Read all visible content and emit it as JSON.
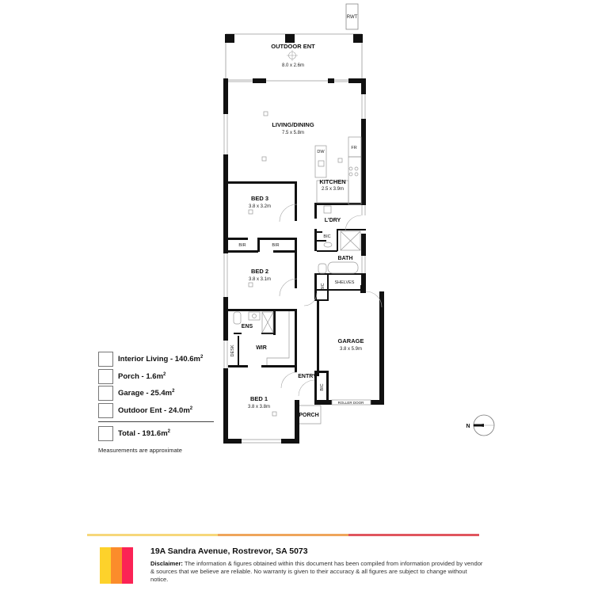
{
  "property": {
    "address": "19A Sandra Avenue, Rostrevor, SA 5073"
  },
  "rooms": {
    "outdoor_ent": {
      "name": "OUTDOOR ENT",
      "dims": "8.0 x 2.6m"
    },
    "living_dining": {
      "name": "LIVING/DINING",
      "dims": "7.5 x 5.8m"
    },
    "kitchen": {
      "name": "KITCHEN",
      "dims": "2.5 x 3.9m"
    },
    "bed3": {
      "name": "BED 3",
      "dims": "3.8 x 3.2m"
    },
    "bed2": {
      "name": "BED 2",
      "dims": "3.8 x 3.1m"
    },
    "bed1": {
      "name": "BED 1",
      "dims": "3.8 x 3.8m"
    },
    "garage": {
      "name": "GARAGE",
      "dims": "3.8 x 5.9m"
    },
    "laundry": {
      "name": "L'DRY"
    },
    "bath": {
      "name": "BATH"
    },
    "ens": {
      "name": "ENS"
    },
    "wir": {
      "name": "WIR"
    },
    "entry": {
      "name": "ENTRY"
    },
    "porch": {
      "name": "PORCH"
    }
  },
  "fixtures": {
    "rwt": "RWT",
    "dw": "DW",
    "fr": "FR",
    "bir1": "BIR",
    "bir2": "BIR",
    "bic_laundry": "BIC",
    "bic_shelves": "BIC",
    "bic_entry": "BIC",
    "shelves": "SHELVES",
    "desk": "DESK",
    "roller_door": "ROLLER DOOR",
    "north": "N"
  },
  "legend": {
    "items": [
      {
        "label": "Interior Living - 140.6m",
        "sup": "2"
      },
      {
        "label": "Porch - 1.6m",
        "sup": "2"
      },
      {
        "label": "Garage - 25.4m",
        "sup": "2"
      },
      {
        "label": "Outdoor Ent - 24.0m",
        "sup": "2"
      }
    ],
    "total": {
      "label": "Total - 191.6m",
      "sup": "2"
    },
    "note": "Measurements are approximate"
  },
  "footer": {
    "disclaimer_label": "Disclaimer:",
    "disclaimer_text": " The information & figures obtained within this document has been compiled from information provided by vendor & sources that we believe are reliable. No warranty is given to their accuracy & all figures are subject to change without notice.",
    "colors": {
      "yellow": "#FDD22B",
      "orange": "#FB8C2B",
      "red": "#FB2355",
      "line_yellow": "#F6D77A",
      "line_orange": "#EFA55B",
      "line_red": "#E0555E"
    }
  }
}
